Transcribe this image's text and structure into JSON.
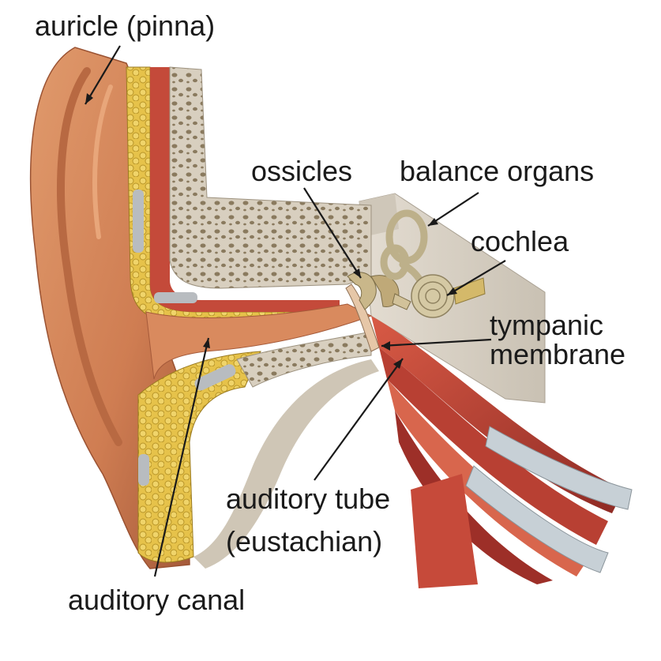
{
  "labels": {
    "auricle": "auricle (pinna)",
    "ossicles": "ossicles",
    "balance_organs": "balance organs",
    "cochlea": "cochlea",
    "tympanic_line1": "tympanic",
    "tympanic_line2": "membrane",
    "auditory_tube_line1": "auditory tube",
    "auditory_tube_line2": "(eustachian)",
    "auditory_canal": "auditory canal"
  },
  "colors": {
    "background": "#ffffff",
    "label_text": "#1a1a1a",
    "leader_line": "#1a1a1a",
    "skin": "#d2875c",
    "skin_dark": "#a55a3a",
    "cartilage": "#e6c24a",
    "bone": "#d8cfbf",
    "bone_pores": "#8a7a5e",
    "muscle": "#c1473a",
    "muscle_dark": "#8e2a24",
    "block": "#d9d2c6",
    "ossicle": "#c9b78a",
    "cochlea": "#d5c9a4"
  }
}
